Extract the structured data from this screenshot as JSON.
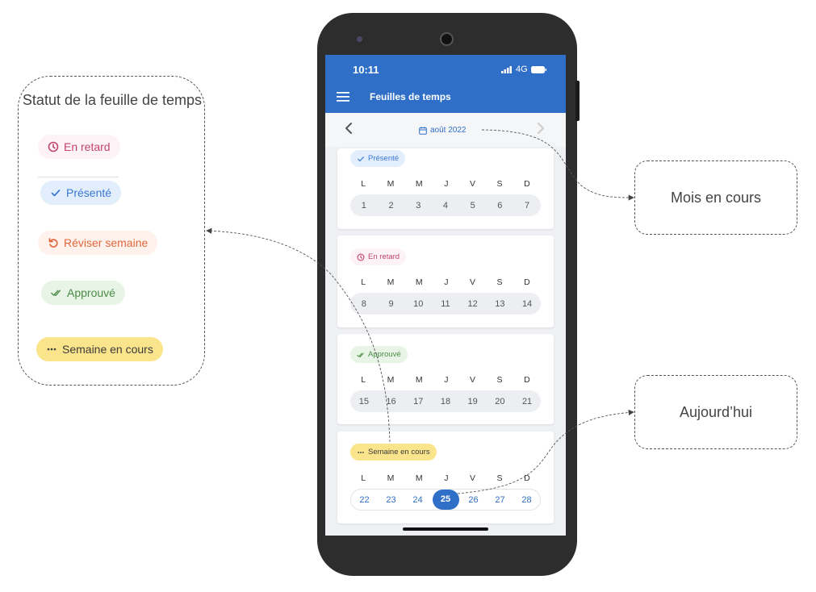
{
  "legend": {
    "title": "Statut de la feuille de temps",
    "statuses": [
      {
        "label": "En retard",
        "icon": "clock-icon",
        "color": "#c2456d"
      },
      {
        "label": "Présenté",
        "icon": "check-icon",
        "color": "#3b78d4"
      },
      {
        "label": "Réviser semaine",
        "icon": "undo-icon",
        "color": "#e0683d"
      },
      {
        "label": "Approuvé",
        "icon": "double-check-icon",
        "color": "#4b8a45"
      },
      {
        "label": "Semaine en cours",
        "icon": "ellipsis-icon",
        "color": "#3a3a3a"
      }
    ]
  },
  "callouts": {
    "current_month": "Mois en cours",
    "today": "Aujourd’hui"
  },
  "phone": {
    "status_bar": {
      "time": "10:11",
      "network": "4G"
    },
    "app_bar": {
      "title": "Feuilles de temps",
      "menu_icon": "hamburger-menu-icon"
    },
    "month_nav": {
      "label": "août 2022",
      "icon": "calendar-icon"
    },
    "weekday_labels": [
      "L",
      "M",
      "M",
      "J",
      "V",
      "S",
      "D"
    ],
    "weeks": [
      {
        "status": "Présenté",
        "days": [
          "1",
          "2",
          "3",
          "4",
          "5",
          "6",
          "7"
        ]
      },
      {
        "status": "En retard",
        "days": [
          "8",
          "9",
          "10",
          "11",
          "12",
          "13",
          "14"
        ]
      },
      {
        "status": "Approuvé",
        "days": [
          "15",
          "16",
          "17",
          "18",
          "19",
          "20",
          "21"
        ]
      },
      {
        "status": "Semaine en cours",
        "days": [
          "22",
          "23",
          "24",
          "25",
          "26",
          "27",
          "28"
        ],
        "today": "25"
      }
    ]
  },
  "colors": {
    "brand": "#2f6fc7",
    "late": "#c2456d",
    "submitted": "#3b78d4",
    "revise": "#e0683d",
    "approved": "#4b8a45",
    "current_week": "#fbe58c"
  }
}
